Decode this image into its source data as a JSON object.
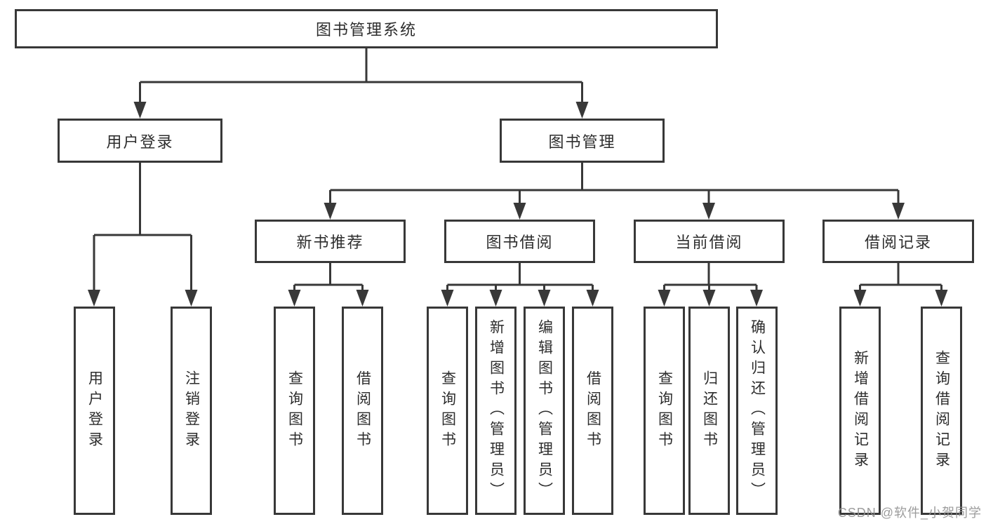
{
  "diagram": {
    "title": "图书管理系统",
    "level2": [
      "用户登录",
      "图书管理"
    ],
    "level3": [
      "新书推荐",
      "图书借阅",
      "当前借阅",
      "借阅记录"
    ],
    "leaves": {
      "user_login": [
        "用户登录",
        "注销登录"
      ],
      "new_books": [
        "查询图书",
        "借阅图书"
      ],
      "book_borrow": [
        "查询图书",
        "新增图书（管理员）",
        "编辑图书（管理员）",
        "借阅图书"
      ],
      "current_borrow": [
        "查询图书",
        "归还图书",
        "确认归还（管理员）"
      ],
      "borrow_records": [
        "新增借阅记录",
        "查询借阅记录"
      ]
    }
  },
  "watermark": "CSDN @软件_小贺同学",
  "colors": {
    "line": "#383838",
    "text": "#2d2d2d",
    "background": "#ffffff",
    "watermark": "#919191"
  }
}
